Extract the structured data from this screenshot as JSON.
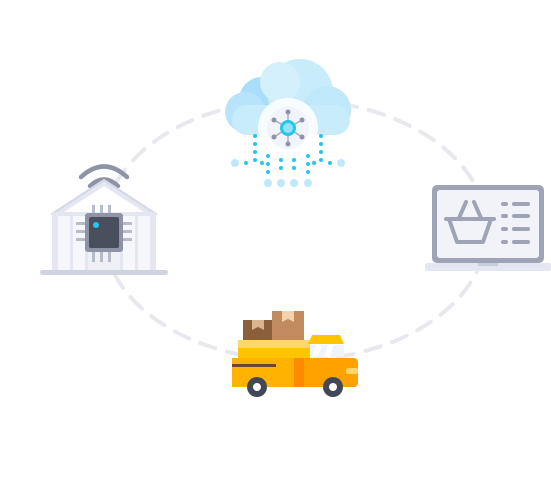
{
  "diagram": {
    "nodes": [
      {
        "id": "cloud",
        "icon": "cloud-network-icon"
      },
      {
        "id": "ecommerce",
        "icon": "laptop-shopping-basket-icon"
      },
      {
        "id": "delivery",
        "icon": "delivery-truck-icon"
      },
      {
        "id": "warehouse",
        "icon": "smart-warehouse-icon"
      }
    ],
    "ring": {
      "style": "dashed",
      "color": "#e8e9ee"
    },
    "colors": {
      "cloud_light": "#c9ecfb",
      "cloud_mid": "#a9defa",
      "data_dots": "#27c6ee",
      "slate": "#9ea3b5",
      "slate_light": "#e4e7f1",
      "chip": "#4a4f5e",
      "truck_orange": "#ffa200",
      "truck_yellow": "#ffc400",
      "box_brown": "#8b5e3c",
      "box_tan": "#c18b5e"
    }
  }
}
